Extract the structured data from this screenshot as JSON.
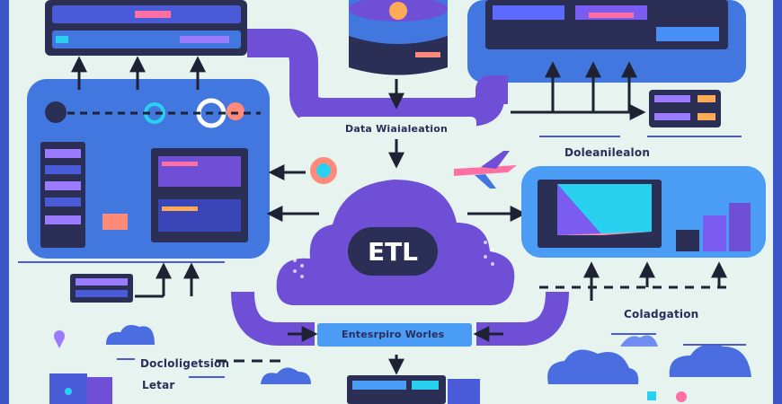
{
  "labels": {
    "top_flow": "Data Wiaialeation",
    "right_header": "Doleanilealon",
    "center_hub": "ETL",
    "bottom_flow": "Entesrpiro Worles",
    "right_footer": "Coladgation",
    "bottom_left_1": "Docloligetsion",
    "bottom_left_2": "Letar"
  },
  "colors": {
    "background": "#e6f3ef",
    "panel_blue": "#4277e0",
    "cloud_purple": "#6f4fd6",
    "dark": "#2b2e55",
    "pink": "#ff6fa3",
    "orange": "#ffaa55",
    "cyan": "#2ad0f0",
    "frame": "#3d56c7"
  },
  "icons": [
    "server-rack-icon",
    "database-icon",
    "cloud-icon",
    "airplane-icon",
    "pie-chart-icon",
    "bar-chart-icon",
    "gear-icon",
    "location-pin-icon"
  ]
}
